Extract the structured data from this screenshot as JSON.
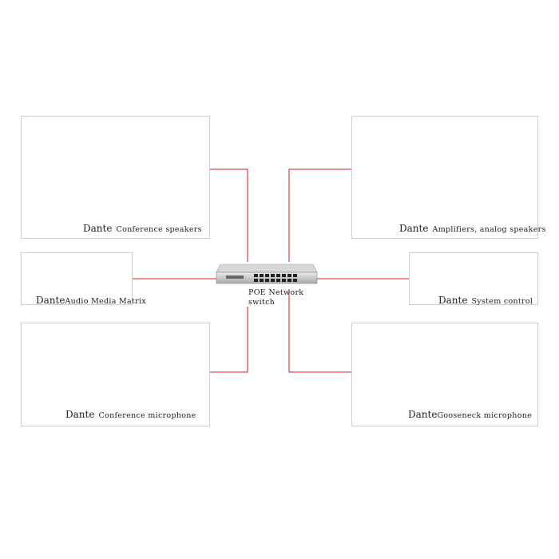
{
  "colors": {
    "link": "#e04a4a",
    "analog": "#2bb3c0",
    "border": "#cfcfcf"
  },
  "switch": {
    "line1": "POE Network",
    "line2": "switch"
  },
  "panels": {
    "speakers": {
      "prefix": "Dante",
      "text": "Conference speakers"
    },
    "amplifiers": {
      "prefix": "Dante",
      "text": "Amplifiers, analog speakers"
    },
    "matrix": {
      "prefix": "Dante",
      "text": "Audio Media Matrix"
    },
    "control": {
      "prefix": "Dante",
      "text": "System control"
    },
    "conf_mic": {
      "prefix": "Dante",
      "text": "Conference microphone"
    },
    "gooseneck_mic": {
      "prefix": "Dante",
      "text": "Gooseneck microphone"
    }
  }
}
